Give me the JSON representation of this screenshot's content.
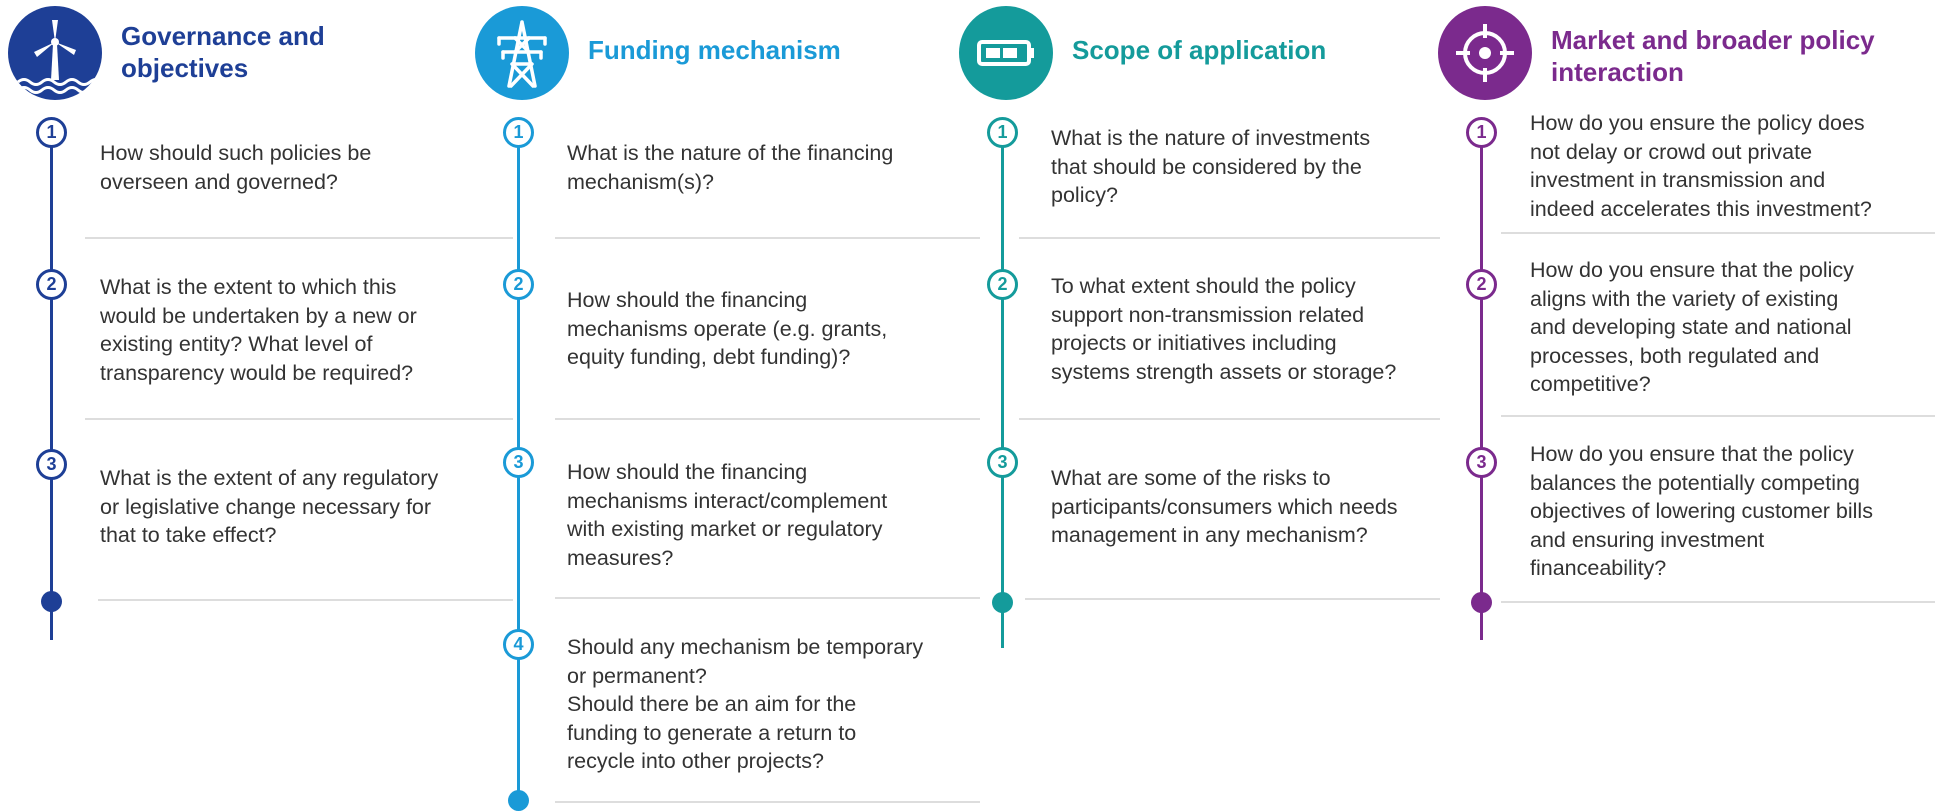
{
  "colors": {
    "governance": "#1e3f96",
    "funding": "#1a9ad7",
    "scope": "#149b9b",
    "market": "#7b2a8d",
    "separator": "#dddddd",
    "text": "#333333"
  },
  "columns": [
    {
      "title": "Governance and\nobjectives",
      "icon": "wind-turbine-icon",
      "questions": [
        {
          "number": "1",
          "text": "How should such policies be\noverseen and governed?"
        },
        {
          "number": "2",
          "text": "What is the extent to which this\nwould be undertaken by a new or\nexisting entity?  What level of\ntransparency would be required?"
        },
        {
          "number": "3",
          "text": "What is the extent of any regulatory\nor legislative change necessary for\nthat to take effect?"
        }
      ]
    },
    {
      "title": "Funding mechanism",
      "icon": "transmission-tower-icon",
      "questions": [
        {
          "number": "1",
          "text": "What is the nature of the financing\nmechanism(s)?"
        },
        {
          "number": "2",
          "text": "How should the financing\nmechanisms operate (e.g. grants,\nequity funding, debt funding)?"
        },
        {
          "number": "3",
          "text": "How should the financing\nmechanisms interact/complement\nwith existing market or regulatory\nmeasures?"
        },
        {
          "number": "4",
          "text": "Should any mechanism be temporary\nor permanent?\nShould there be an aim for the\nfunding to generate a return to\nrecycle into other projects?"
        }
      ]
    },
    {
      "title": "Scope of application",
      "icon": "battery-icon",
      "questions": [
        {
          "number": "1",
          "text": "What is the nature of investments\nthat should be considered by the\npolicy?"
        },
        {
          "number": "2",
          "text": "To what extent should the policy\nsupport non-transmission related\nprojects or initiatives including\nsystems strength assets or storage?"
        },
        {
          "number": "3",
          "text": "What are some of the risks to\nparticipants/consumers which needs\nmanagement in any mechanism?"
        }
      ]
    },
    {
      "title": "Market and broader policy\ninteraction",
      "icon": "target-icon",
      "questions": [
        {
          "number": "1",
          "text": "How do you ensure the policy does\nnot delay or crowd out private\ninvestment in transmission and\nindeed accelerates this investment?"
        },
        {
          "number": "2",
          "text": "How do you ensure that the policy\naligns with the variety of existing\nand developing state and national\nprocesses, both regulated and\ncompetitive?"
        },
        {
          "number": "3",
          "text": "How do you ensure that the policy\nbalances the potentially competing\nobjectives of lowering customer bills\nand ensuring investment\nfinanceability?"
        }
      ]
    }
  ]
}
